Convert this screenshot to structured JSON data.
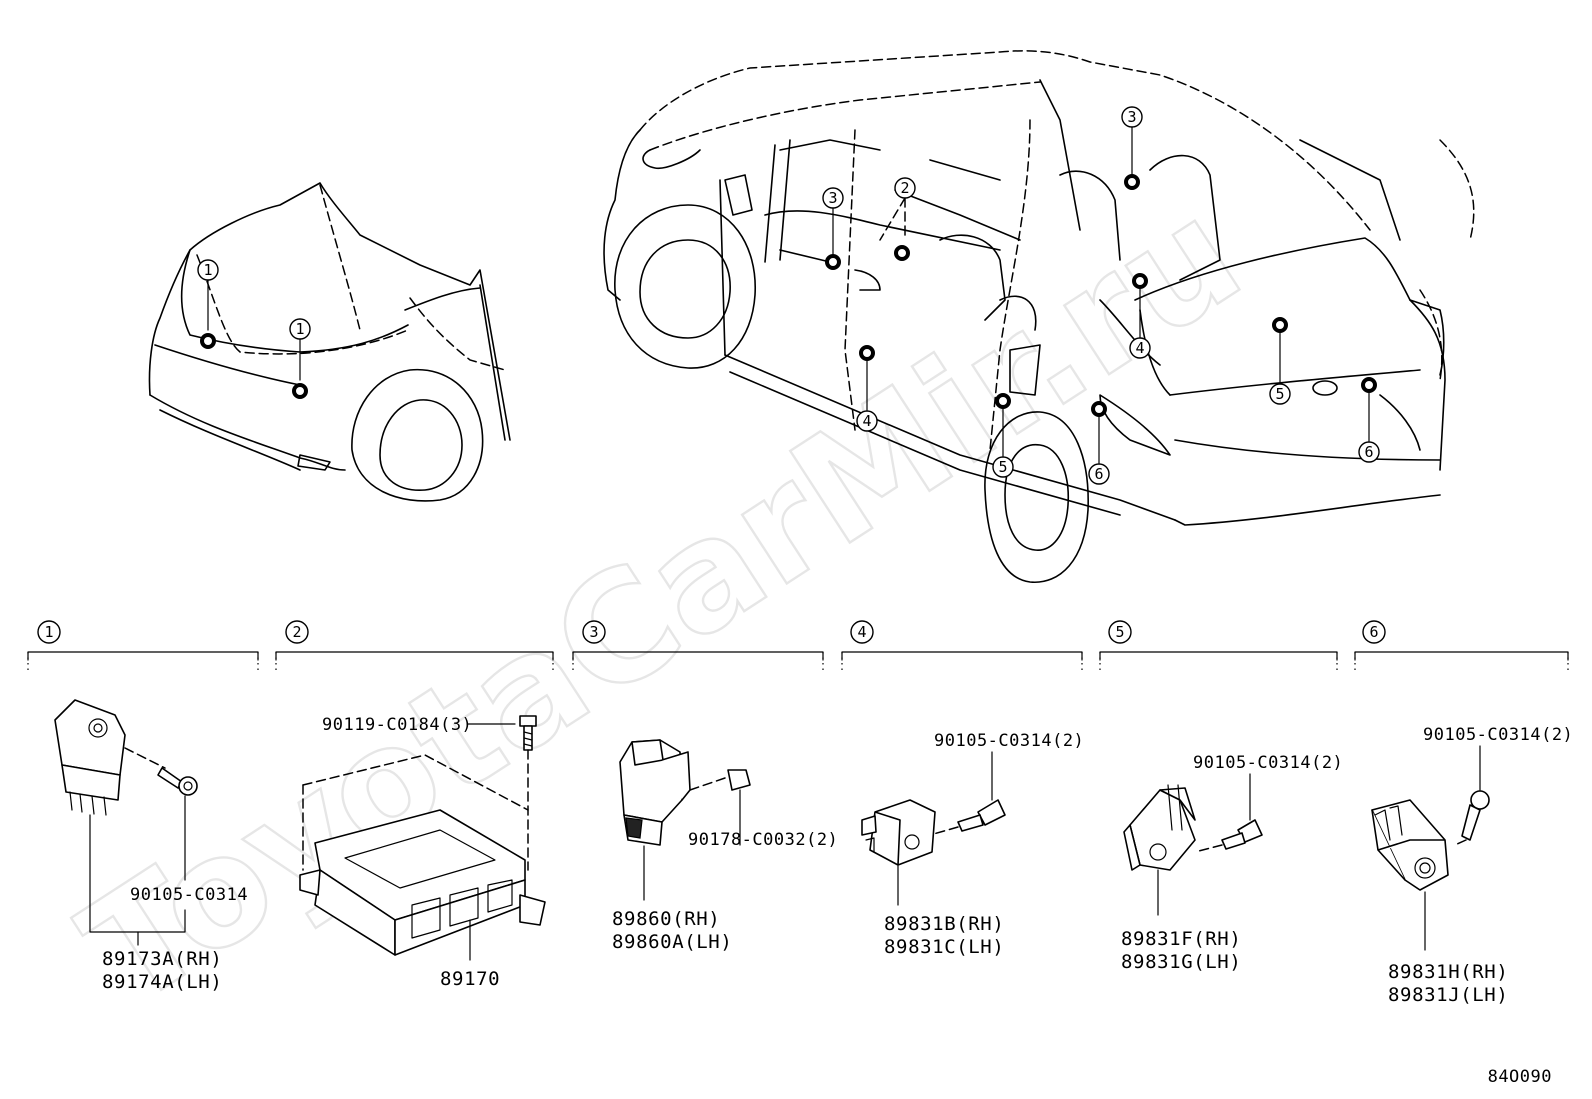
{
  "watermark": "ToyotaCarMir.ru",
  "diagram_code": "84O090",
  "groups": [
    {
      "num": "1",
      "parts": [
        {
          "text": "90105-C0314"
        },
        {
          "text": "89173A(RH)"
        },
        {
          "text": "89174A(LH)"
        }
      ]
    },
    {
      "num": "2",
      "parts": [
        {
          "text": "90119-C0184(3)"
        },
        {
          "text": "89170"
        }
      ]
    },
    {
      "num": "3",
      "parts": [
        {
          "text": "90178-C0032(2)"
        },
        {
          "text": "89860(RH)"
        },
        {
          "text": "89860A(LH)"
        }
      ]
    },
    {
      "num": "4",
      "parts": [
        {
          "text": "90105-C0314(2)"
        },
        {
          "text": "89831B(RH)"
        },
        {
          "text": "89831C(LH)"
        }
      ]
    },
    {
      "num": "5",
      "parts": [
        {
          "text": "90105-C0314(2)"
        },
        {
          "text": "89831F(RH)"
        },
        {
          "text": "89831G(LH)"
        }
      ]
    },
    {
      "num": "6",
      "parts": [
        {
          "text": "90105-C0314(2)"
        },
        {
          "text": "89831H(RH)"
        },
        {
          "text": "89831J(LH)"
        }
      ]
    }
  ],
  "car_callouts": [
    "1",
    "1",
    "2",
    "3",
    "3",
    "4",
    "4",
    "5",
    "5",
    "6",
    "6"
  ]
}
